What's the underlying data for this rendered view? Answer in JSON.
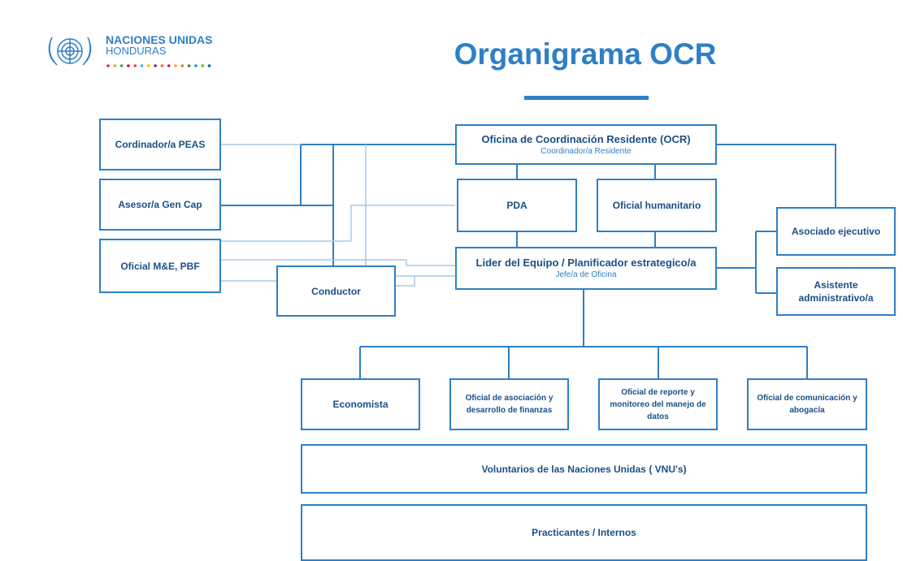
{
  "header": {
    "org_line1": "NACIONES UNIDAS",
    "org_line2": "HONDURAS",
    "logo_icon": "un-emblem-icon",
    "title": "Organigrama OCR",
    "accent_color": "#2f7fc6",
    "dot_colors": [
      "#e5243b",
      "#dda63a",
      "#4c9f38",
      "#c5192d",
      "#ff3a21",
      "#26bde2",
      "#fcc30b",
      "#a21942",
      "#fd6925",
      "#dd1367",
      "#fd9d24",
      "#bf8b2e",
      "#3f7e44",
      "#0a97d9",
      "#56c02b",
      "#00689d"
    ]
  },
  "boxes": {
    "ocr": {
      "title": "Oficina de Coordinación Residente (OCR)",
      "subtitle": "Coordinador/a Residente"
    },
    "peas": "Cordinador/a PEAS",
    "gencap": "Asesor/a Gen Cap",
    "mepbf": "Oficial M&E, PBF",
    "pda": "PDA",
    "humanitario": "Oficial humanitario",
    "asociado": "Asociado ejecutivo",
    "lider": {
      "title": "Lider del Equipo / Planificador estrategico/a",
      "subtitle": "Jefe/a de Oficina"
    },
    "asistente": "Asistente administrativo/a",
    "conductor": "Conductor",
    "economista": "Economista",
    "asociacion": "Oficial de asociación y desarrollo de finanzas",
    "reporte": "Oficial de reporte y monitoreo del manejo de datos",
    "comunicacion": "Oficial de comunicación y abogacía",
    "vnu": "Voluntarios de las Naciones Unidas ( VNU's)",
    "practicantes": "Practicantes / Internos"
  }
}
